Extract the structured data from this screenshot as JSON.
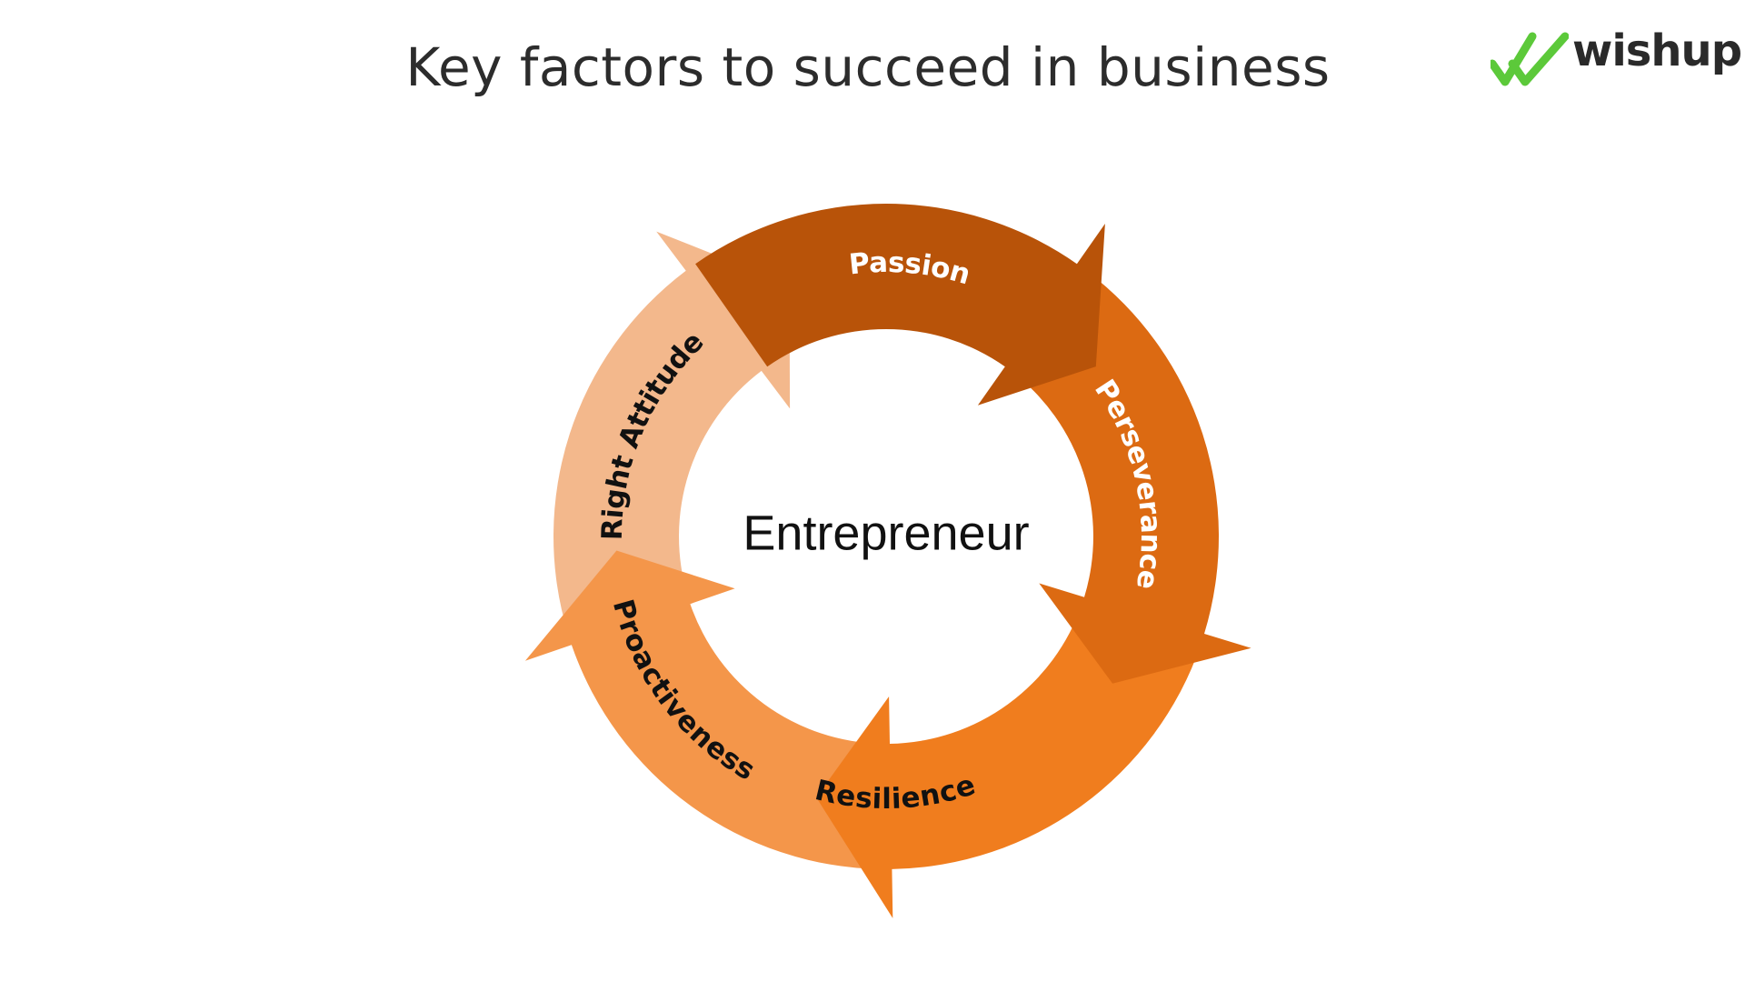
{
  "title": "Key factors to succeed in business",
  "logo": {
    "text": "wishup",
    "icon": "double-check-icon",
    "mark_color": "#5cc93a"
  },
  "diagram": {
    "center": "Entrepreneur",
    "segments": [
      {
        "label": "Passion",
        "color": "#b85309",
        "text_color": "#ffffff"
      },
      {
        "label": "Perseverance",
        "color": "#dc6a12",
        "text_color": "#ffffff"
      },
      {
        "label": "Resilience",
        "color": "#f07d1e",
        "text_color": "#111111"
      },
      {
        "label": "Proactiveness",
        "color": "#f4964a",
        "text_color": "#111111"
      },
      {
        "label": "Right Attitude",
        "color": "#f3b88c",
        "text_color": "#111111"
      }
    ]
  }
}
